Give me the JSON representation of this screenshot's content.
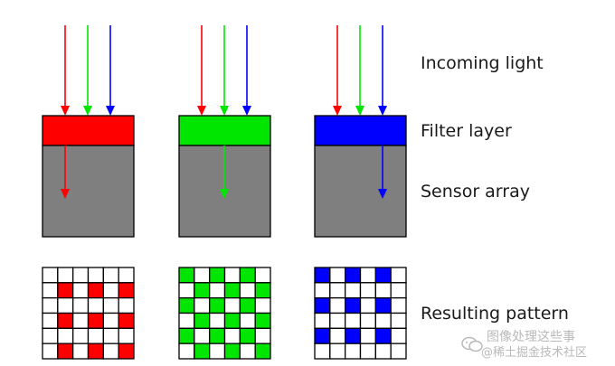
{
  "labels": {
    "incoming_light": "Incoming light",
    "filter_layer": "Filter layer",
    "sensor_array": "Sensor array",
    "resulting_pattern": "Resulting pattern"
  },
  "watermark": {
    "line1": "图像处理这些事",
    "line2": "@稀土掘金技术社区"
  },
  "colors": {
    "red": "#ff0000",
    "green": "#00e600",
    "blue": "#0000ff",
    "sensor": "#7f7f7f",
    "outline": "#000000",
    "grid_empty": "#ffffff"
  },
  "columns": [
    {
      "filter": "red",
      "passes": "red",
      "pattern": [
        [
          0,
          0,
          0,
          0,
          0,
          0
        ],
        [
          0,
          1,
          0,
          1,
          0,
          1
        ],
        [
          0,
          0,
          0,
          0,
          0,
          0
        ],
        [
          0,
          1,
          0,
          1,
          0,
          1
        ],
        [
          0,
          0,
          0,
          0,
          0,
          0
        ],
        [
          0,
          1,
          0,
          1,
          0,
          1
        ]
      ]
    },
    {
      "filter": "green",
      "passes": "green",
      "pattern": [
        [
          1,
          0,
          1,
          0,
          1,
          0
        ],
        [
          0,
          1,
          0,
          1,
          0,
          1
        ],
        [
          1,
          0,
          1,
          0,
          1,
          0
        ],
        [
          0,
          1,
          0,
          1,
          0,
          1
        ],
        [
          1,
          0,
          1,
          0,
          1,
          0
        ],
        [
          0,
          1,
          0,
          1,
          0,
          1
        ]
      ]
    },
    {
      "filter": "blue",
      "passes": "blue",
      "pattern": [
        [
          1,
          0,
          1,
          0,
          1,
          0
        ],
        [
          0,
          0,
          0,
          0,
          0,
          0
        ],
        [
          1,
          0,
          1,
          0,
          1,
          0
        ],
        [
          0,
          0,
          0,
          0,
          0,
          0
        ],
        [
          1,
          0,
          1,
          0,
          1,
          0
        ],
        [
          0,
          0,
          0,
          0,
          0,
          0
        ]
      ]
    }
  ],
  "incoming_arrow_colors": [
    "red",
    "green",
    "blue"
  ]
}
